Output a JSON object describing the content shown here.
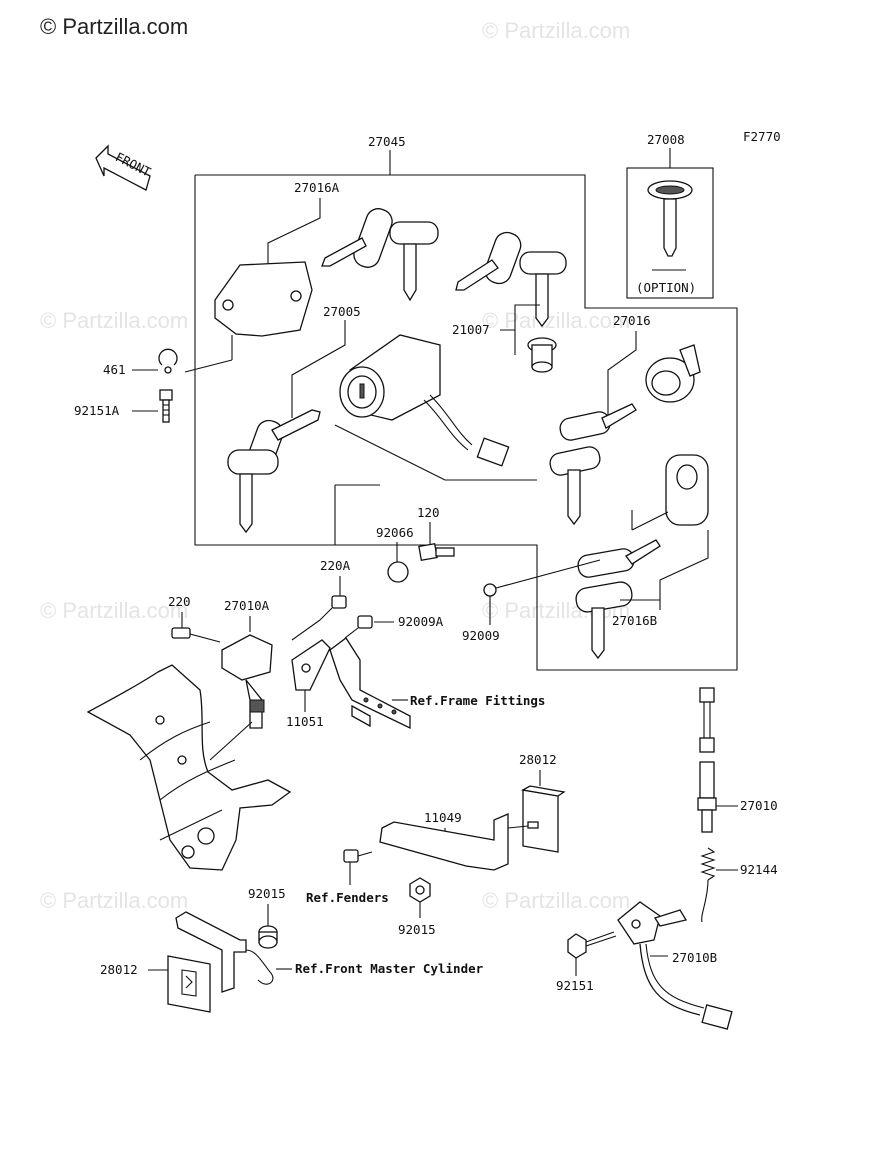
{
  "copyright": "© Partzilla.com",
  "watermark": "© Partzilla.com",
  "figure_code": "F2770",
  "front_arrow_label": "FRONT",
  "option_label": "(OPTION)",
  "labels": {
    "p27045": "27045",
    "p27008": "27008",
    "p27016A": "27016A",
    "p27005": "27005",
    "p21007": "21007",
    "p27016": "27016",
    "p461": "461",
    "p92151A": "92151A",
    "p120": "120",
    "p92066": "92066",
    "p220A": "220A",
    "p220": "220",
    "p27010A": "27010A",
    "p92009A": "92009A",
    "p92009": "92009",
    "p27016B": "27016B",
    "p11051": "11051",
    "p28012a": "28012",
    "p11049": "11049",
    "p27010": "27010",
    "p92144": "92144",
    "p92015a": "92015",
    "p92015b": "92015",
    "p28012b": "28012",
    "p27010B": "27010B",
    "p92151": "92151"
  },
  "refs": {
    "frame": "Ref.Frame Fittings",
    "fenders": "Ref.Fenders",
    "master": "Ref.Front Master Cylinder"
  }
}
